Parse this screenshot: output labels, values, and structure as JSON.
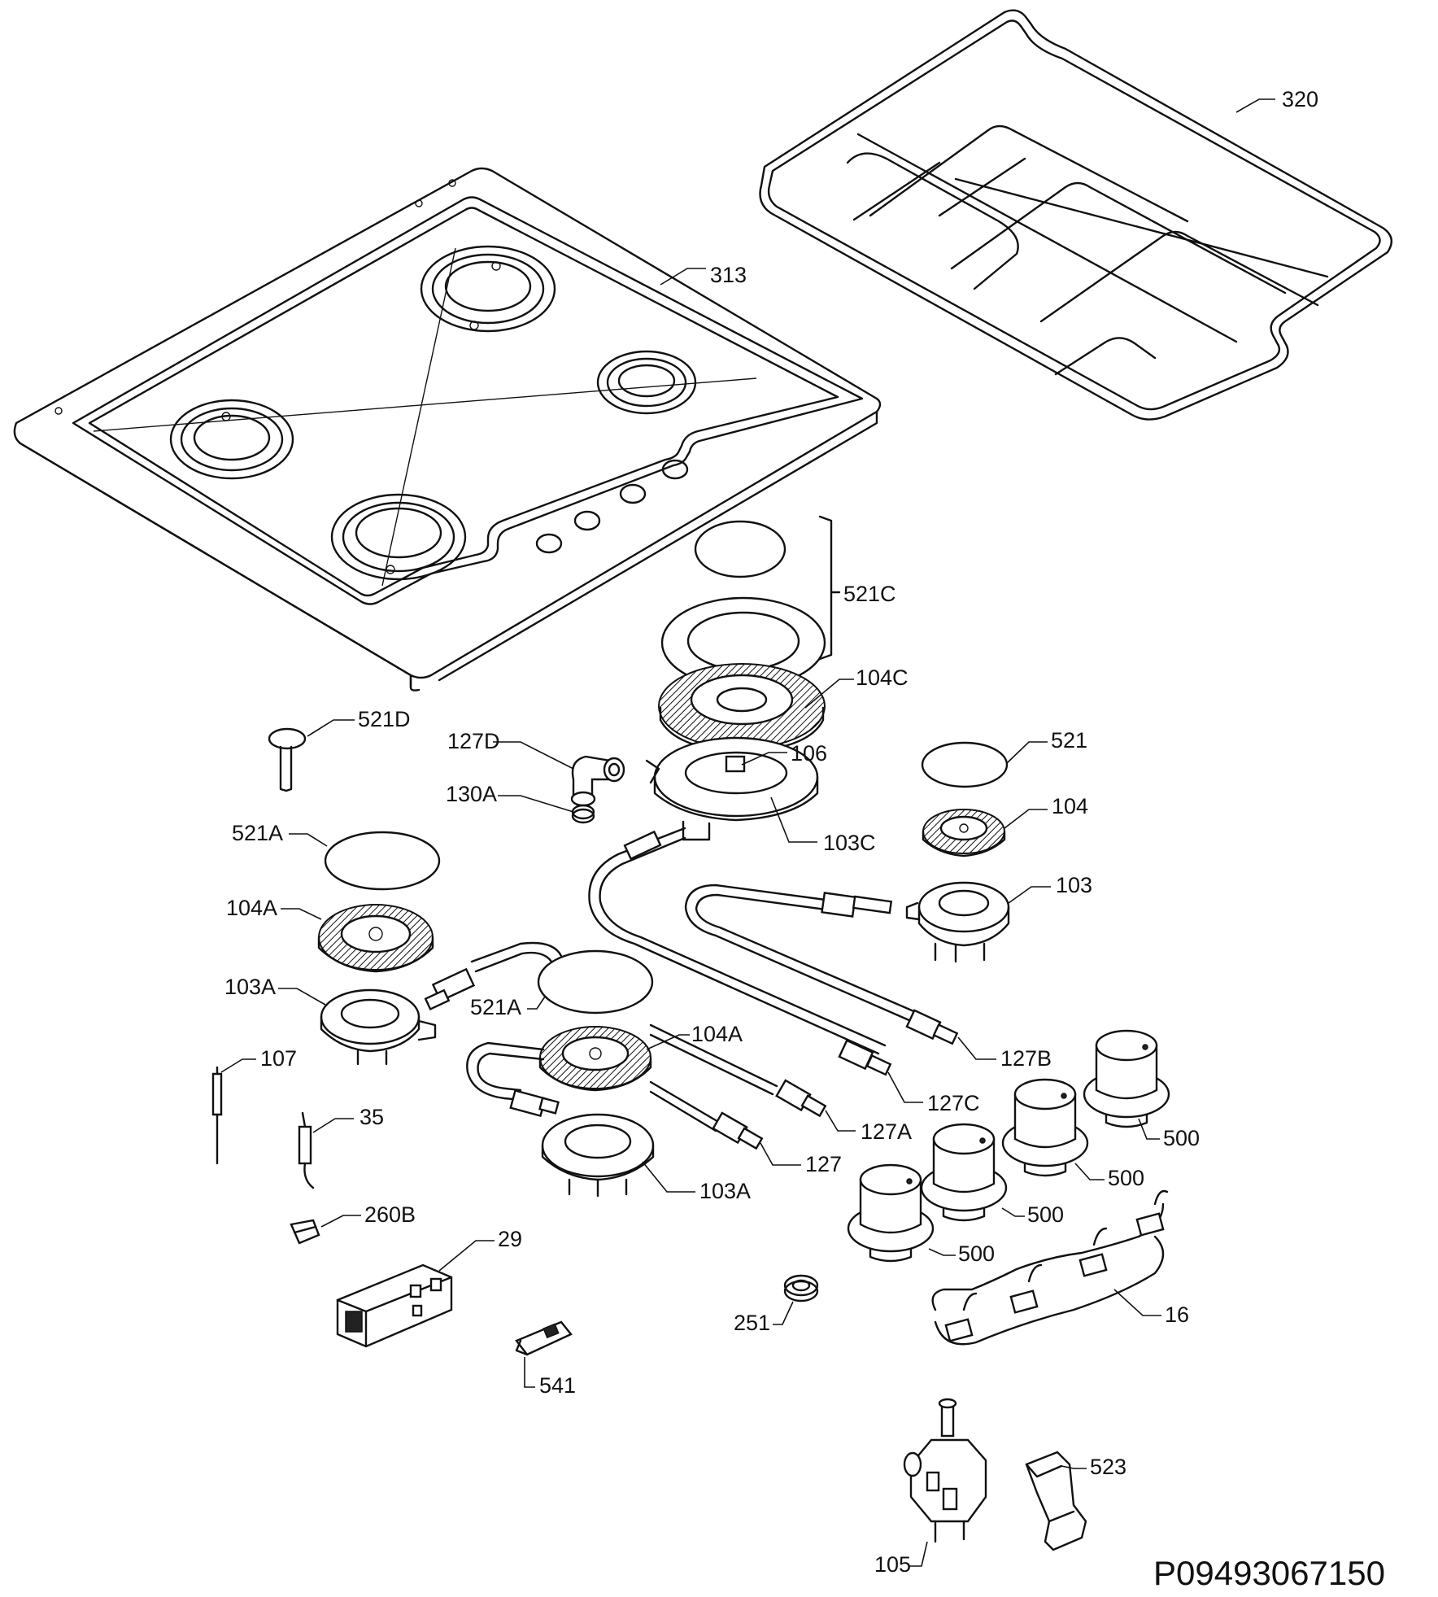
{
  "labels": {
    "l320": "320",
    "l313": "313",
    "l521C": "521C",
    "l104C": "104C",
    "l521D": "521D",
    "l127D": "127D",
    "l106": "106",
    "l130A": "130A",
    "l103C": "103C",
    "l521": "521",
    "l104": "104",
    "l103": "103",
    "l521A_1": "521A",
    "l104A_1": "104A",
    "l103A_1": "103A",
    "l521A_2": "521A",
    "l104A_2": "104A",
    "l127B": "127B",
    "l127C": "127C",
    "l127A": "127A",
    "l127": "127",
    "l103A_2": "103A",
    "l107": "107",
    "l35": "35",
    "l260B": "260B",
    "l29": "29",
    "l500_1": "500",
    "l500_2": "500",
    "l500_3": "500",
    "l500_4": "500",
    "l251": "251",
    "l16": "16",
    "l541": "541",
    "l523": "523",
    "l105": "105"
  },
  "drawing_code": "P09493067150",
  "icons": [
    "pan-support-icon",
    "hob-top-icon",
    "burner-cap-icon",
    "burner-crown-icon",
    "burner-base-icon",
    "gas-pipe-icon",
    "control-knob-icon",
    "gas-valve-icon",
    "ignition-unit-icon",
    "thermocouple-icon",
    "spark-plug-icon",
    "wiring-harness-icon",
    "clip-icon"
  ]
}
